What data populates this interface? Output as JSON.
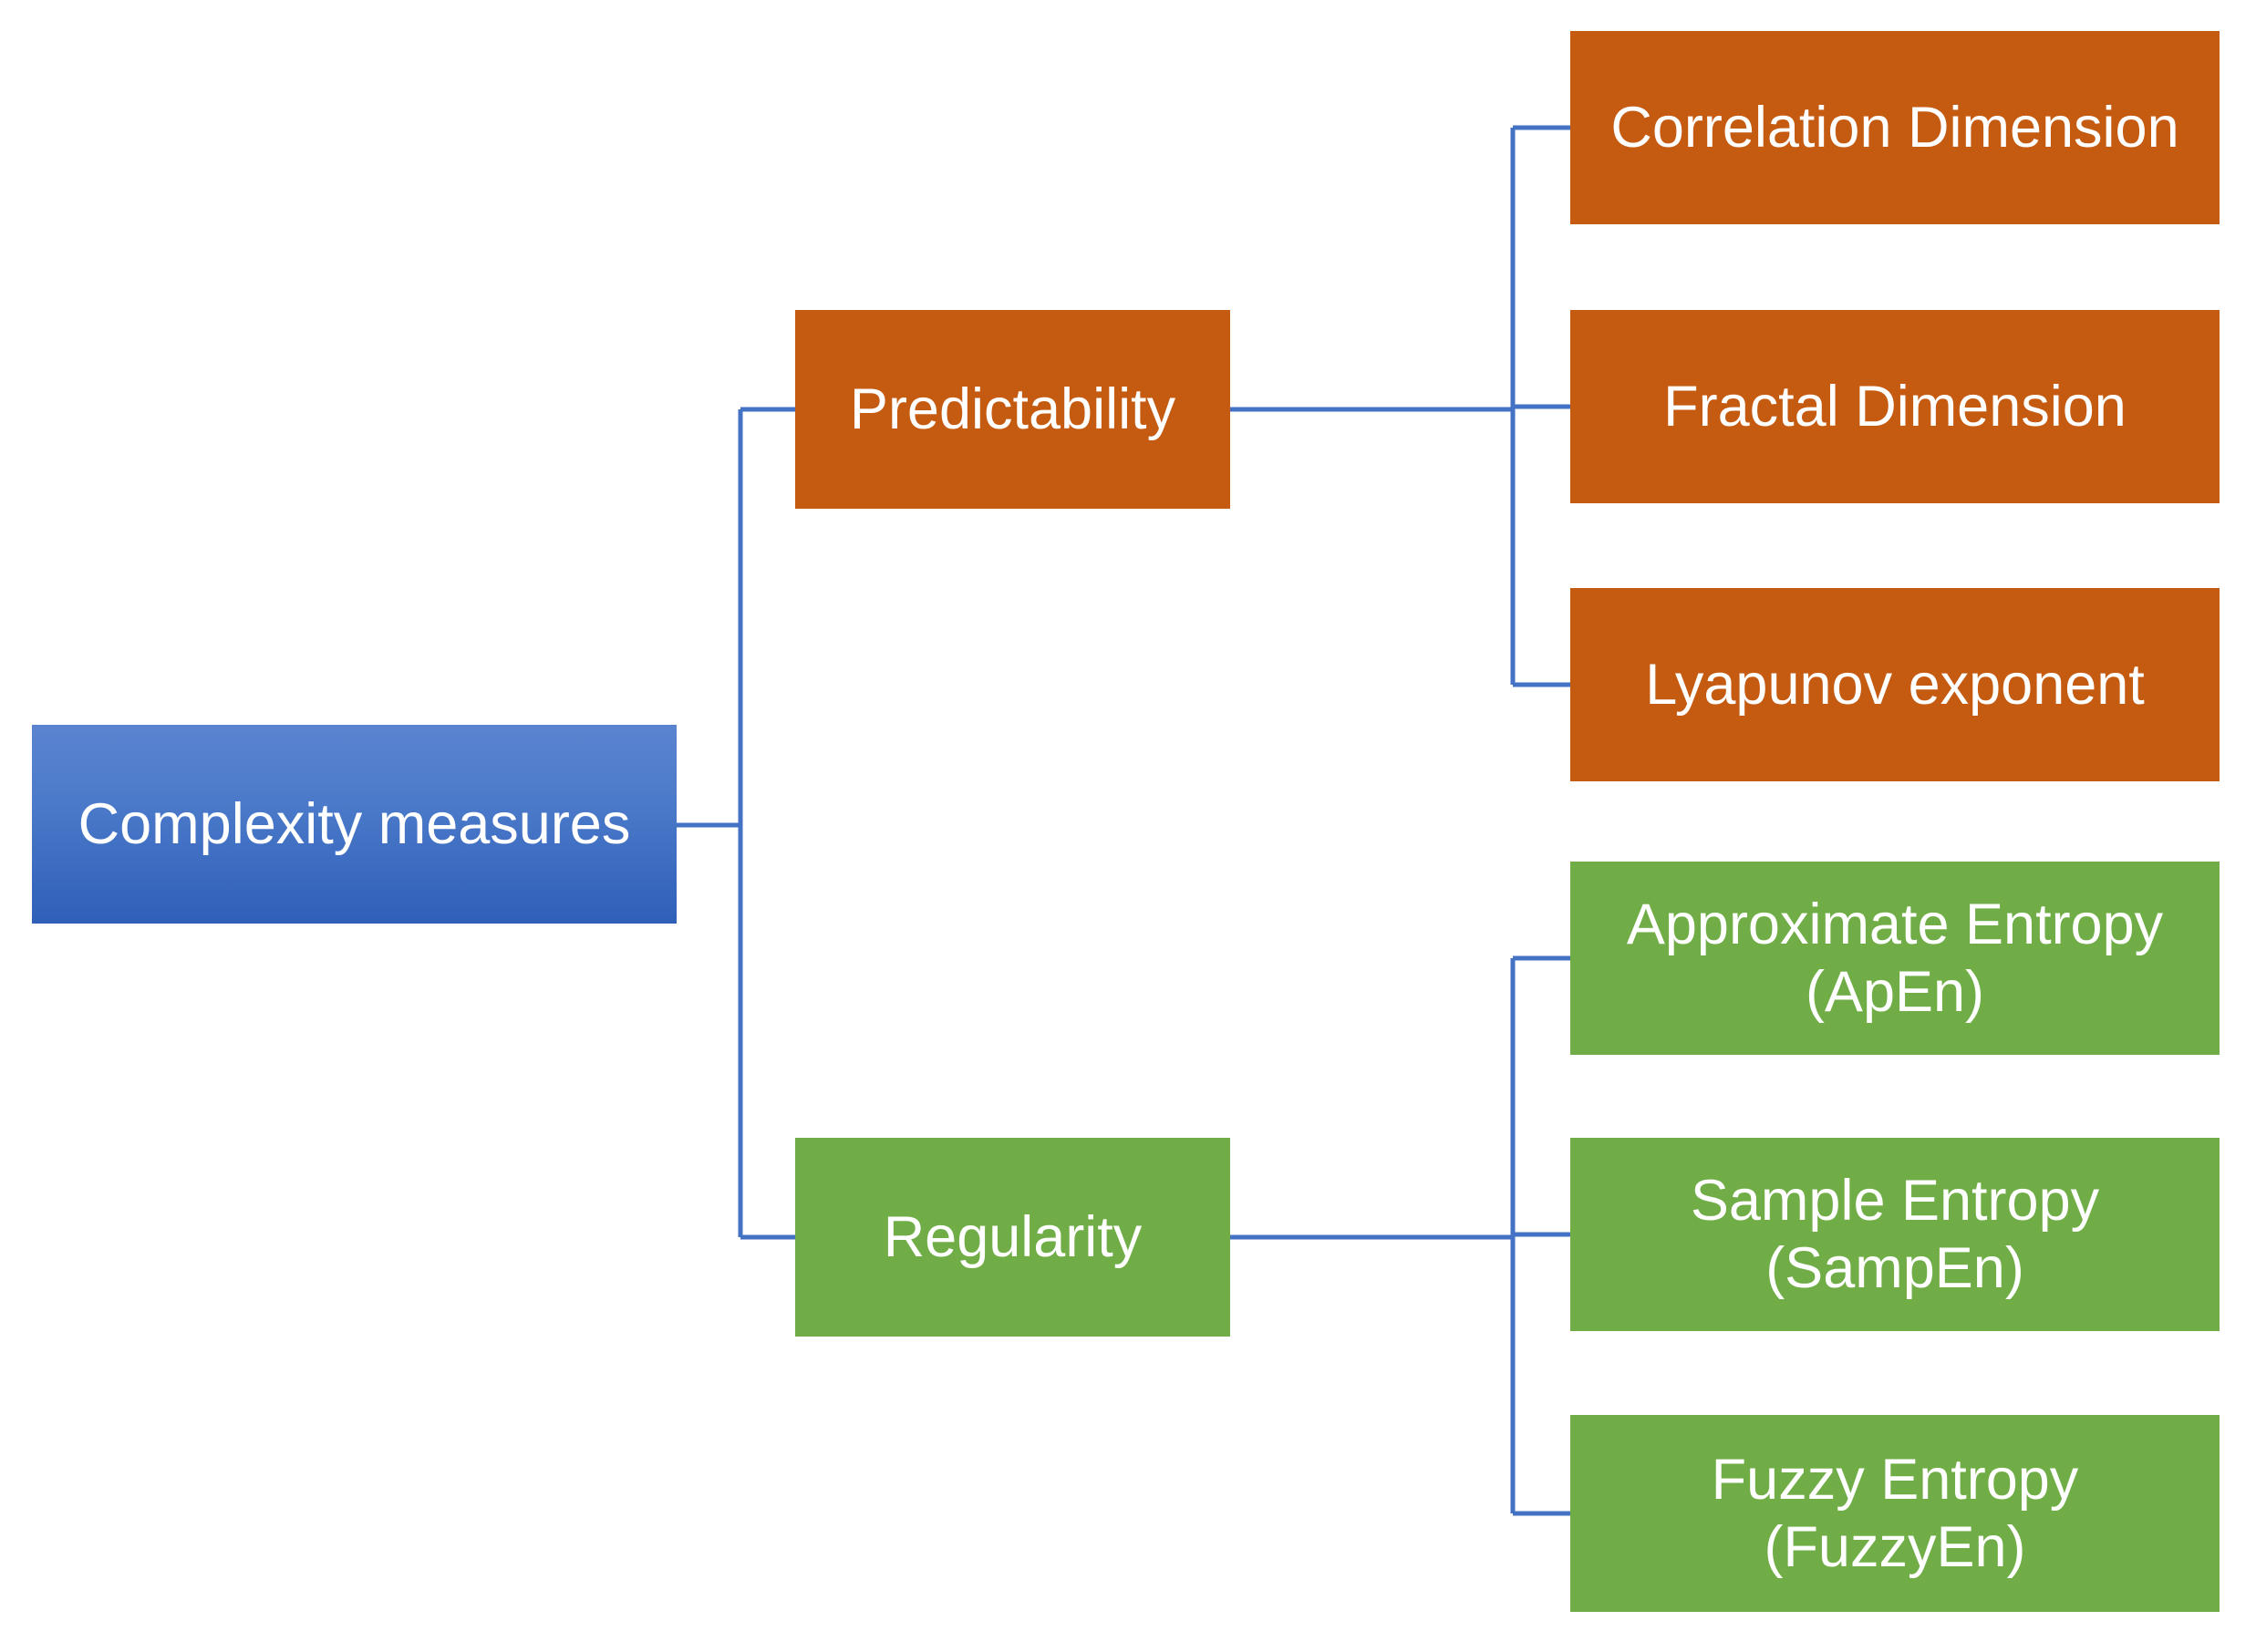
{
  "diagram": {
    "type": "tree",
    "orientation": "left-to-right",
    "connector_color": "#4472C4",
    "background": "#FFFFFF",
    "root": {
      "label": "Complexity measures",
      "color": "#4472C4",
      "gradient_from": "#5B84D0",
      "gradient_to": "#2F5FB8",
      "text_color": "#FFFFFF"
    },
    "branches": [
      {
        "label": "Predictability",
        "color": "#C55A11",
        "text_color": "#FFFFFF",
        "children": [
          {
            "label": "Correlation Dimension",
            "color": "#C55A11"
          },
          {
            "label": "Fractal Dimension",
            "color": "#C55A11"
          },
          {
            "label": "Lyapunov exponent",
            "color": "#C55A11"
          }
        ]
      },
      {
        "label": "Regularity",
        "color": "#70AD47",
        "text_color": "#FFFFFF",
        "children": [
          {
            "label": "Approximate Entropy\n(ApEn)",
            "color": "#70AD47"
          },
          {
            "label": "Sample Entropy\n(SampEn)",
            "color": "#70AD47"
          },
          {
            "label": "Fuzzy Entropy\n(FuzzyEn)",
            "color": "#70AD47"
          }
        ]
      }
    ]
  }
}
